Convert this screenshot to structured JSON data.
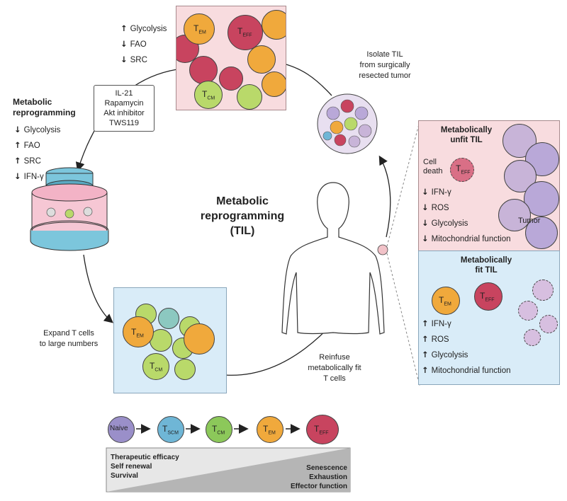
{
  "top_panel": {
    "changes": [
      {
        "arrow": "↑",
        "label": "Glycolysis"
      },
      {
        "arrow": "↓",
        "label": "FAO"
      },
      {
        "arrow": "↓",
        "label": "SRC"
      }
    ],
    "cells": [
      {
        "main": "T",
        "sub": "EM"
      },
      {
        "main": "T",
        "sub": "EFF"
      },
      {
        "main": "T",
        "sub": "CM"
      }
    ]
  },
  "isolate_label": "Isolate TIL\nfrom surgically\nresected tumor",
  "reprogramming_side": {
    "title": "Metabolic\nreprogramming",
    "changes": [
      {
        "arrow": "↓",
        "label": "Glycolysis"
      },
      {
        "arrow": "↑",
        "label": "FAO"
      },
      {
        "arrow": "↑",
        "label": "SRC"
      },
      {
        "arrow": "↓",
        "label": "IFN-γ"
      }
    ]
  },
  "treatment_box": [
    "IL-21",
    "Rapamycin",
    "Akt inhibitor",
    "TWS119"
  ],
  "center_title": "Metabolic\nreprogramming\n(TIL)",
  "expand_label": "Expand T cells\nto large numbers",
  "expand_cells": [
    {
      "main": "T",
      "sub": "EM"
    },
    {
      "main": "T",
      "sub": "CM"
    }
  ],
  "reinfuse_label": "Reinfuse\nmetabolically fit\nT cells",
  "unfit": {
    "title": "Metabolically\nunfit TIL",
    "cell_death": "Cell\ndeath",
    "cell": {
      "main": "T",
      "sub": "EFF"
    },
    "tumor": "Tumor",
    "changes": [
      {
        "arrow": "↓",
        "label": "IFN-γ"
      },
      {
        "arrow": "↓",
        "label": "ROS"
      },
      {
        "arrow": "↓",
        "label": "Glycolysis"
      },
      {
        "arrow": "↓",
        "label": "Mitochondrial function"
      }
    ]
  },
  "fit": {
    "title": "Metabolically\nfit TIL",
    "cells": [
      {
        "main": "T",
        "sub": "EM"
      },
      {
        "main": "T",
        "sub": "EFF"
      }
    ],
    "changes": [
      {
        "arrow": "↑",
        "label": "IFN-γ"
      },
      {
        "arrow": "↑",
        "label": "ROS"
      },
      {
        "arrow": "↑",
        "label": "Glycolysis"
      },
      {
        "arrow": "↑",
        "label": "Mitochondrial function"
      }
    ]
  },
  "differentiation": {
    "stages": [
      {
        "main": "Naive",
        "sub": "",
        "color": "#9a8fc9"
      },
      {
        "main": "T",
        "sub": "SCM",
        "color": "#6fb6d6"
      },
      {
        "main": "T",
        "sub": "CM",
        "color": "#8cc85a"
      },
      {
        "main": "T",
        "sub": "EM",
        "color": "#f0a93c"
      },
      {
        "main": "T",
        "sub": "EFF",
        "color": "#c8445f"
      }
    ],
    "left": [
      "Therapeutic efficacy",
      "Self renewal",
      "Survival"
    ],
    "right": [
      "Senescence",
      "Exhaustion",
      "Effector function"
    ]
  },
  "colors": {
    "pink_panel": "#f8dcdf",
    "blue_panel": "#d9ecf8",
    "eff": "#c8445f",
    "em": "#f0a93c",
    "cm": "#b9d96a",
    "tumor": "#c8b4d8"
  }
}
